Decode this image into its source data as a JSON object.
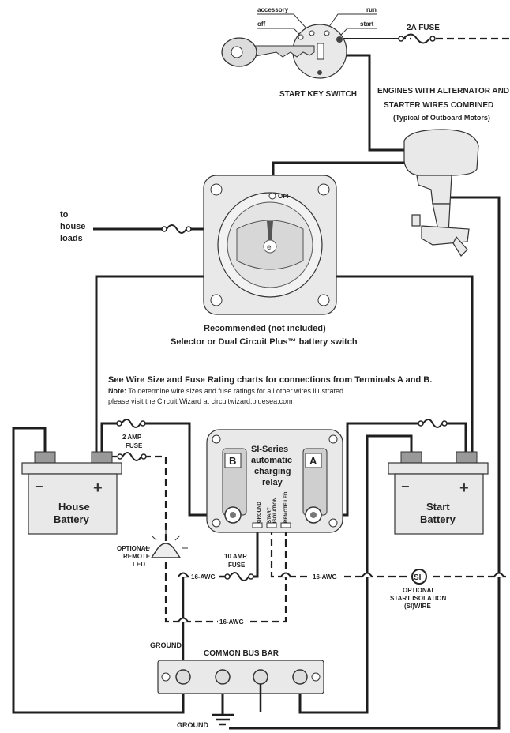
{
  "key_switch": {
    "positions": {
      "accessory": "accessory",
      "off": "off",
      "run": "run",
      "start": "start"
    },
    "caption": "START KEY SWITCH"
  },
  "fuse_2a": "2A FUSE",
  "engine": {
    "line1": "ENGINES WITH ALTERNATOR AND",
    "line2": "STARTER WIRES COMBINED",
    "line3": "(Typical of Outboard Motors)"
  },
  "house_loads": {
    "line1": "to",
    "line2": "house",
    "line3": "loads"
  },
  "battery_switch": {
    "off_label": "OFF",
    "logo": "e",
    "caption1": "Recommended (not included)",
    "caption2": "Selector or Dual Circuit Plus™ battery switch"
  },
  "notes": {
    "heading": "See Wire Size and Fuse Rating charts for connections from Terminals A and B.",
    "note_label": "Note:",
    "note_text": " To determine wire sizes and fuse ratings for all other wires illustrated",
    "note_text2": "please visit the Circuit Wizard at circuitwizard.bluesea.com"
  },
  "relay": {
    "title1": "SI-Series",
    "title2": "automatic",
    "title3": "charging",
    "title4": "relay",
    "terminal_b": "B",
    "terminal_a": "A",
    "pin1": "GROUND",
    "pin2a": "START",
    "pin2b": "ISOLATION",
    "pin3": "REMOTE LED"
  },
  "fuse_2amp": {
    "line1": "2 AMP",
    "line2": "FUSE"
  },
  "house_battery": {
    "line1": "House",
    "line2": "Battery",
    "neg": "−",
    "pos": "+"
  },
  "start_battery": {
    "line1": "Start",
    "line2": "Battery",
    "neg": "−",
    "pos": "+"
  },
  "remote_led": {
    "line1": "OPTIONAL",
    "line2": "REMOTE",
    "line3": "LED"
  },
  "fuse_10amp": {
    "line1": "10 AMP",
    "line2": "FUSE"
  },
  "awg": {
    "a": "16-AWG",
    "b": "16-AWG",
    "c": "16-AWG"
  },
  "si_wire": {
    "symbol": "SI",
    "line1": "OPTIONAL",
    "line2": "START ISOLATION",
    "line3": "(SI)WIRE"
  },
  "ground_top": "GROUND",
  "bus_bar": "COMMON BUS BAR",
  "ground_bottom": "GROUND"
}
